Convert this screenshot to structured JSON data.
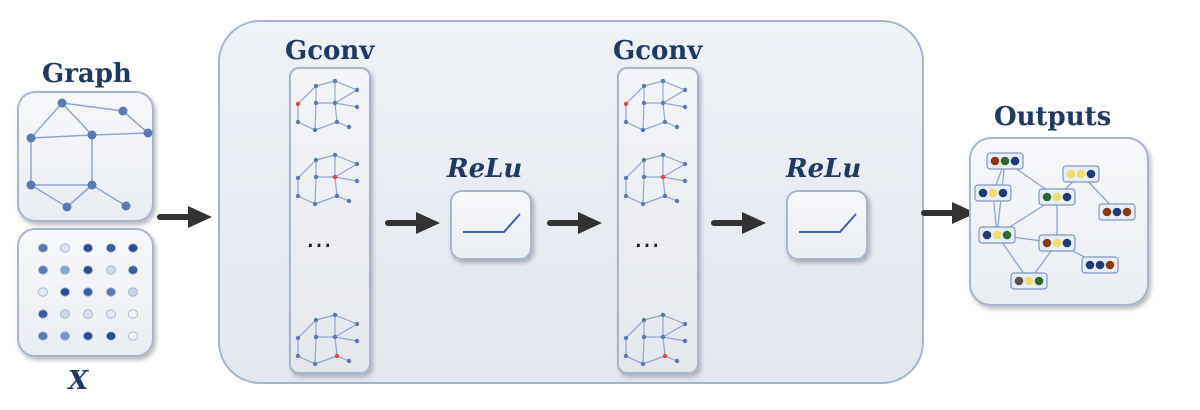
{
  "labels": {
    "graph": "Graph",
    "x": "X",
    "gconv": "Gconv",
    "relu": "ReLu",
    "ellipsis": "…",
    "outputs": "Outputs"
  },
  "colors": {
    "node_blue": "#5b79b4",
    "edge_blue": "#8fa6d3",
    "highlight_red": "#e04848",
    "label_navy": "#1f3864",
    "box_border": "#a7b6cf",
    "arrow": "#333333"
  },
  "output_node_colors": {
    "brown": "#8a3a12",
    "green": "#2f6a2a",
    "navy": "#1f3b77",
    "yellow": "#f2dc6a",
    "gray": "#555555"
  }
}
